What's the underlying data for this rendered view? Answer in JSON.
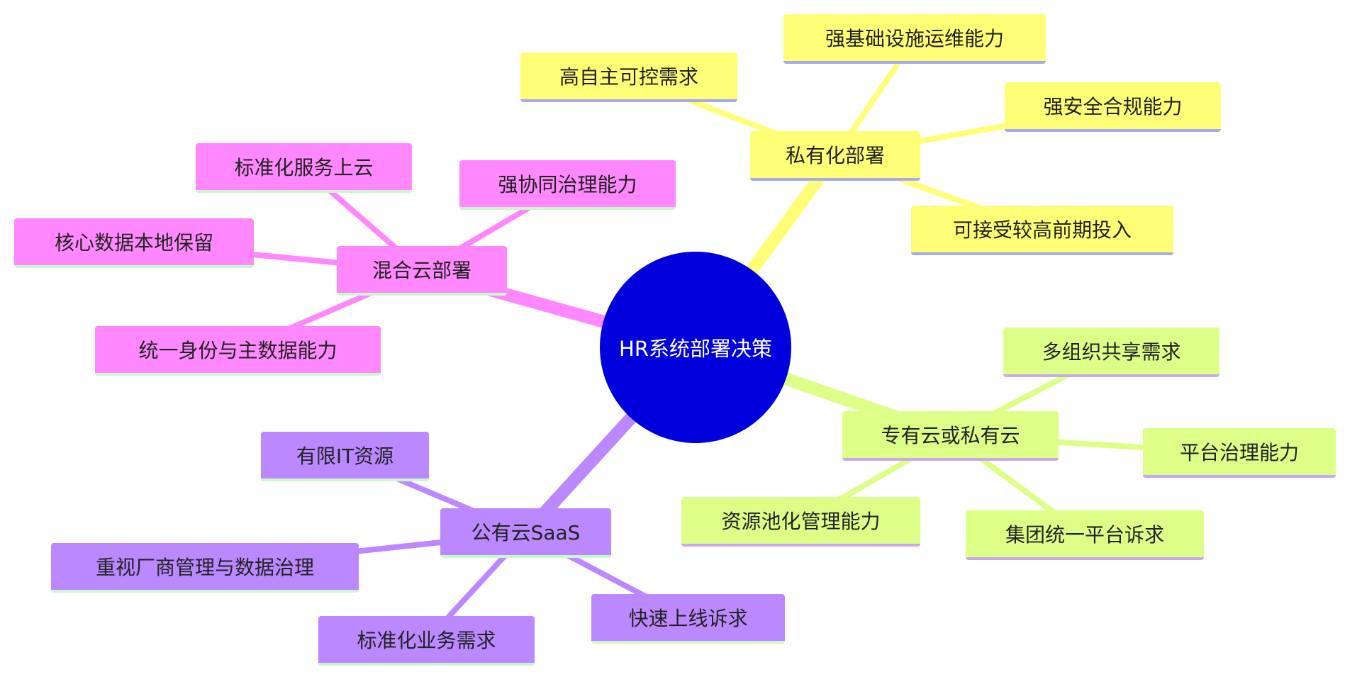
{
  "center": {
    "label": "HR系统部署决策",
    "color": "#0000dd"
  },
  "branches": [
    {
      "key": "private",
      "label": "私有化部署",
      "color": "#ffff77",
      "line_color": "#ffff77",
      "underline": "#a8a8f0",
      "children": [
        "高自主可控需求",
        "强基础设施运维能力",
        "强安全合规能力",
        "可接受较高前期投入"
      ]
    },
    {
      "key": "dedicated",
      "label": "专有云或私有云",
      "color": "#ddff88",
      "line_color": "#ddff88",
      "underline": "#c8a8f0",
      "children": [
        "多组织共享需求",
        "平台治理能力",
        "集团统一平台诉求",
        "资源池化管理能力"
      ]
    },
    {
      "key": "public",
      "label": "公有云SaaS",
      "color": "#bb88ff",
      "line_color": "#bb88ff",
      "underline": "#ccf7cc",
      "children": [
        "有限IT资源",
        "重视厂商管理与数据治理",
        "标准化业务需求",
        "快速上线诉求"
      ]
    },
    {
      "key": "hybrid",
      "label": "混合云部署",
      "color": "#ff88ff",
      "line_color": "#ff88ff",
      "underline": "#ccf7cc",
      "children": [
        "标准化服务上云",
        "强协同治理能力",
        "核心数据本地保留",
        "统一身份与主数据能力"
      ]
    }
  ]
}
